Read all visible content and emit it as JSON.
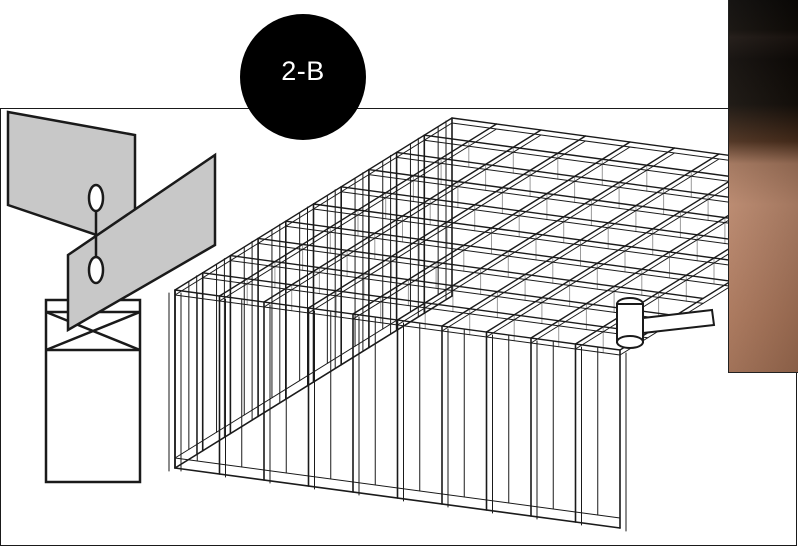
{
  "badge": {
    "label": "2-B"
  },
  "colors": {
    "background": "#ffffff",
    "badge_fill": "#000000",
    "badge_text": "#ffffff",
    "line_art": "#1a1a1a",
    "tab_fill": "#c8c8c8",
    "photo_skin": "#b07d62"
  },
  "figure": {
    "grid_cells": 10,
    "icons": [
      "interlocking-slotted-strips-icon",
      "lattice-grid-icon",
      "small-mallet-icon",
      "photo-inset"
    ]
  }
}
